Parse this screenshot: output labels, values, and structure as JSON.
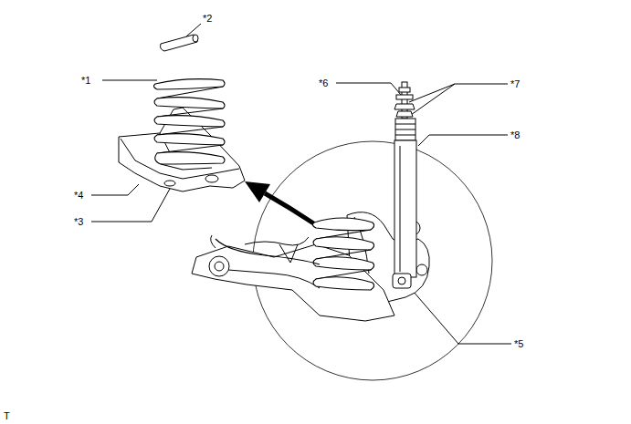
{
  "diagram": {
    "labels": [
      "*1",
      "*2",
      "*6",
      "*7",
      "*8",
      "*4",
      "*3",
      "*5",
      "T"
    ]
  }
}
